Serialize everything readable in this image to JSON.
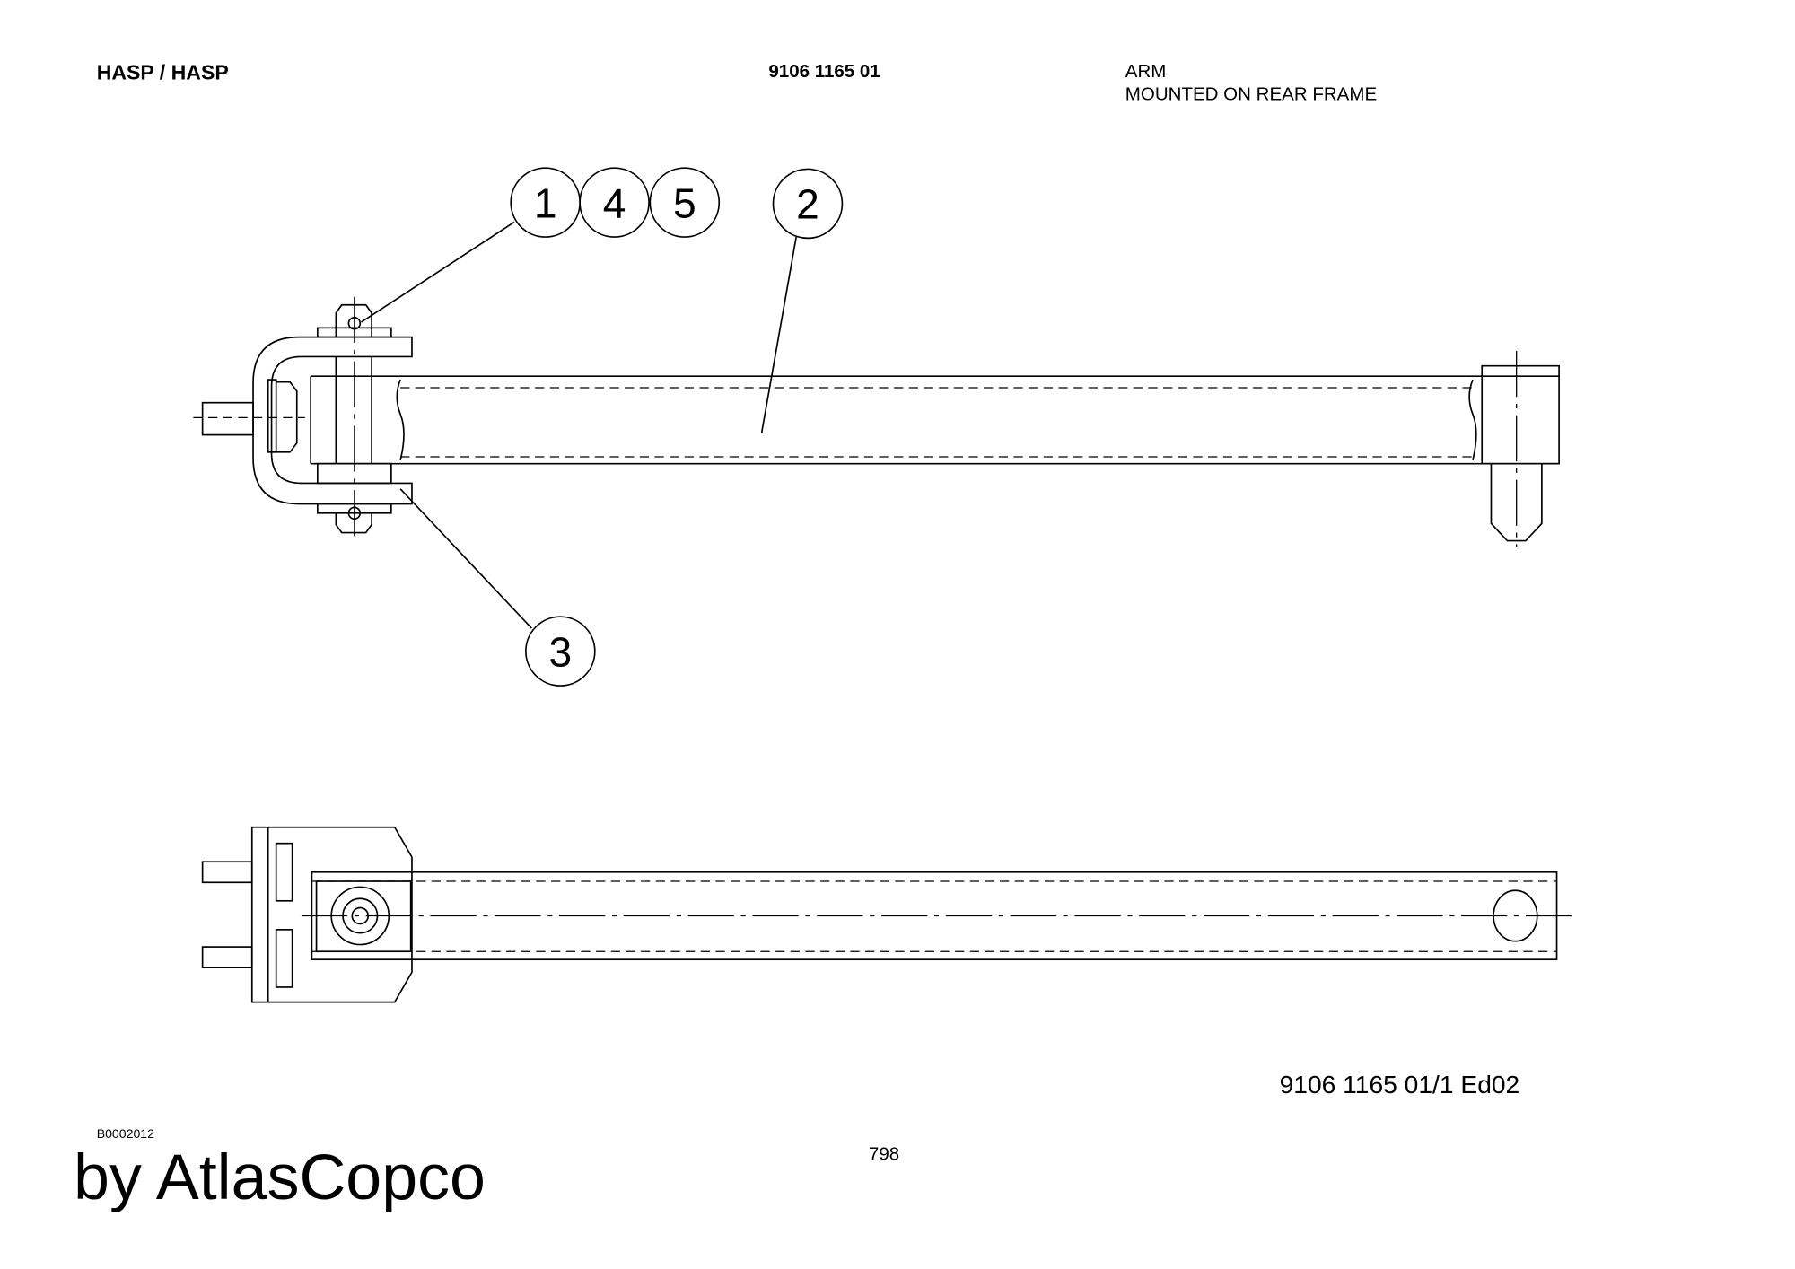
{
  "header": {
    "title": "HASP / HASP",
    "part_number": "9106 1165 01",
    "description_line1": "ARM",
    "description_line2": "MOUNTED ON REAR FRAME"
  },
  "balloons": [
    "1",
    "4",
    "5",
    "2",
    "3"
  ],
  "footer": {
    "drawing_ref": "9106 1165 01/1  Ed02",
    "code": "B0002012",
    "page": "798",
    "brand": "by AtlasCopco"
  }
}
